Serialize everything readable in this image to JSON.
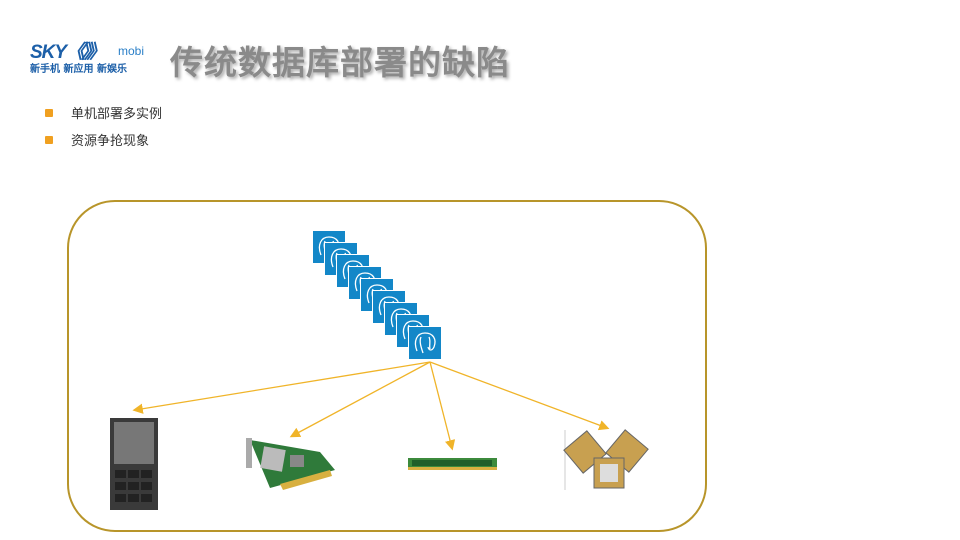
{
  "logo": {
    "brand": "SKY",
    "mark": "mobi",
    "tagline": "新手机 新应用 新娱乐"
  },
  "title": "传统数据库部署的缺陷",
  "bullets": [
    "单机部署多实例",
    "资源争抢现象"
  ],
  "diagram": {
    "instance_icon": "postgresql-elephant-icon",
    "instance_count": 9,
    "resources": [
      "server-icon",
      "network-card-icon",
      "memory-module-icon",
      "cpu-icon"
    ],
    "colors": {
      "frame": "#b8952a",
      "arrow": "#f0b429",
      "tile": "#1387c8",
      "bullet": "#f0a020"
    }
  }
}
